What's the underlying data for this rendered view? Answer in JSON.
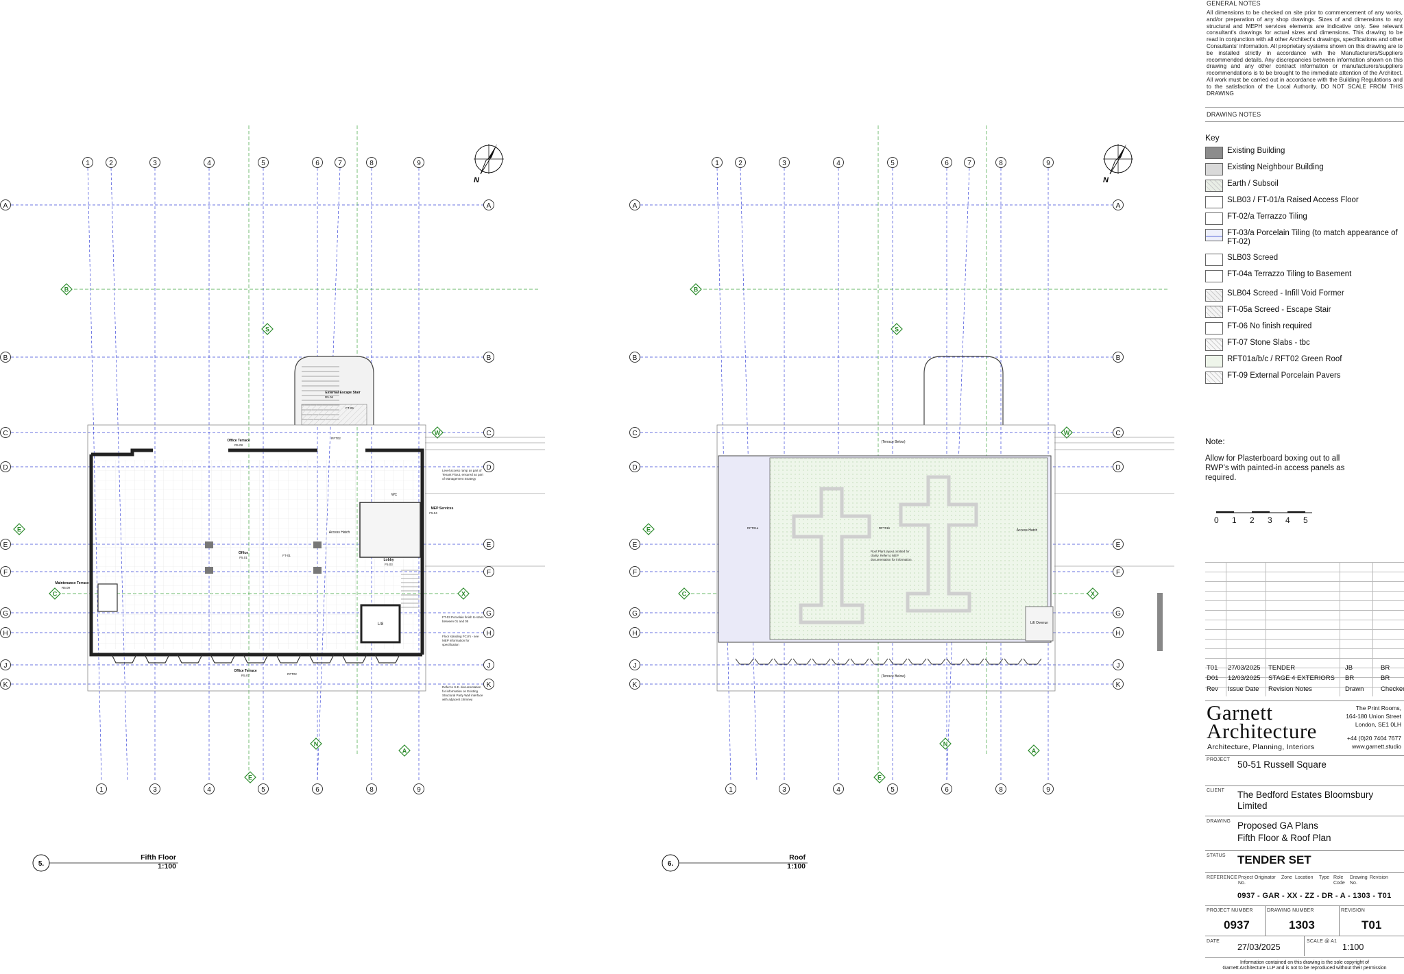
{
  "general_notes": {
    "title": "GENERAL NOTES",
    "body": "All dimensions to be checked on site prior to commencement of any works, and/or preparation of any shop drawings. Sizes of and dimensions to any structural and MEPH services elements are indicative only. See relevant consultant's drawings for actual sizes and dimensions. This drawing to be read in conjunction with all other Architect's drawings, specifications and other Consultants' information. All proprietary systems shown on this drawing are to be installed strictly in accordance with the Manufacturers/Suppliers recommended details. Any discrepancies between information shown on this drawing and any other contract information or manufacturers/suppliers recommendations is to be brought to the immediate attention of the Architect. All work must be carried out in accordance with the Building Regulations and to the satisfaction of the Local Authority. DO NOT SCALE FROM THIS DRAWING"
  },
  "drawing_notes_title": "DRAWING NOTES",
  "key": {
    "title": "Key",
    "items": [
      {
        "label": "Existing Building",
        "fill": "#8c8c8c"
      },
      {
        "label": "Existing Neighbour Building",
        "fill": "#d9d9d9"
      },
      {
        "label": "Earth / Subsoil",
        "fill": "#e9eee6"
      },
      {
        "label": "SLB03 / FT-01/a Raised Access Floor",
        "fill": "#ffffff"
      },
      {
        "label": "FT-02/a Terrazzo Tiling",
        "fill": "#ffffff"
      },
      {
        "label": "FT-03/a  Porcelain Tiling (to match appearance of FT-02)",
        "fill": "#eef0fb"
      },
      {
        "label": "SLB03 Screed",
        "fill": "#ffffff"
      },
      {
        "label": "FT-04a Terrazzo Tiling to Basement",
        "fill": "#ffffff"
      },
      {
        "label": "SLB04 Screed - Infill Void Former",
        "fill": "#f1f1f1"
      },
      {
        "label": "FT-05a Screed - Escape Stair",
        "fill": "#f4f4f4"
      },
      {
        "label": "FT-06 No finish required",
        "fill": "#ffffff"
      },
      {
        "label": "FT-07 Stone Slabs - tbc",
        "fill": "#f7f7f7"
      },
      {
        "label": "RFT01a/b/c / RFT02 Green Roof",
        "fill": "#eef5ea"
      },
      {
        "label": "FT-09 External Porcelain Pavers",
        "fill": "#f7f7f7"
      }
    ]
  },
  "note": {
    "title": "Note:",
    "body": "Allow for Plasterboard boxing out to all RWP's with painted-in access panels as required."
  },
  "scale_bar": [
    "0",
    "1",
    "2",
    "3",
    "4",
    "5"
  ],
  "revisions": {
    "rows": [
      {
        "rev": "T01",
        "date": "27/03/2025",
        "notes": "TENDER",
        "drawn": "JB",
        "checked": "BR"
      },
      {
        "rev": "D01",
        "date": "12/03/2025",
        "notes": "STAGE 4 EXTERIORS",
        "drawn": "BR",
        "checked": "BR"
      }
    ],
    "header": {
      "rev": "Rev",
      "date": "Issue Date",
      "notes": "Revision Notes",
      "drawn": "Drawn",
      "checked": "Checked"
    }
  },
  "firm": {
    "name_1": "Garnett",
    "name_2": "Architecture",
    "tagline": "Architecture, Planning, Interiors",
    "address": [
      "The Print Rooms,",
      "164-180 Union Street",
      "London, SE1 0LH",
      "",
      "+44 (0)20 7404 7677",
      "www.garnett.studio"
    ]
  },
  "title_block": {
    "project_label": "PROJECT",
    "project": "50-51 Russell Square",
    "client_label": "CLIENT",
    "client": "The Bedford Estates Bloomsbury Limited",
    "drawing_label": "DRAWING",
    "drawing_1": "Proposed GA Plans",
    "drawing_2": "Fifth Floor & Roof Plan",
    "status_label": "STATUS",
    "status": "TENDER SET",
    "reference_label": "REFERENCE",
    "reference_heads": [
      "Project No.",
      "Originator",
      "Zone",
      "Location",
      "Type",
      "Role Code",
      "Drawing No.",
      "Revision"
    ],
    "reference": "0937 - GAR - XX - ZZ - DR  - A -  1303 - T01",
    "project_number_label": "PROJECT NUMBER",
    "project_number": "0937",
    "drawing_number_label": "DRAWING NUMBER",
    "drawing_number": "1303",
    "revision_label": "REVISION",
    "revision": "T01",
    "date_label": "DATE",
    "date": "27/03/2025",
    "scale_label": "SCALE @ A1",
    "scale": "1:100",
    "copyright_1": "Information contained on this drawing is the sole copyright of",
    "copyright_2": "Garnett Architecture LLP and is not to be reproduced without their permission"
  },
  "plans": {
    "fifth": {
      "number": "5.",
      "title": "Fifth Floor",
      "scale": "1:100",
      "col_top": [
        "1",
        "2",
        "3",
        "4",
        "5",
        "6",
        "7",
        "8",
        "9"
      ],
      "col_bottom": [
        "1",
        "3",
        "4",
        "5",
        "6",
        "8",
        "9"
      ],
      "rows": [
        "A",
        "B",
        "C",
        "D",
        "E",
        "F",
        "G",
        "H",
        "J",
        "K"
      ],
      "green": [
        "B",
        "S",
        "W",
        "E",
        "C",
        "X",
        "A",
        "N",
        "E"
      ],
      "labels": {
        "office": "Office",
        "office_ref": "F5.01",
        "office_terrace": "Office Terrace",
        "office_terrace_ref": "R5.08",
        "office_terrace_s": "Office Terrace",
        "office_terrace_s_ref": "R5.07",
        "escape": "External Escape Stair",
        "escape_ref": "R5.06",
        "ft06": "FT-06",
        "ft01": "FT-01",
        "rft02": "RFT02",
        "lift": "L/8",
        "mep": "MEP Services",
        "mep_ref": "F5.04",
        "lobby": "Lobby",
        "lobby_ref": "F5.03",
        "hatch": "Access Hatch",
        "maint": "Maintenance Terrace",
        "maint_ref": "R5.09",
        "wc": "WC",
        "note_ramp": "Level access ramp as part of Tenant Fitout, ensured as part of Management Strategy",
        "note_ft03": "FT-03 Porcelain finish to stairs between 01 and 05",
        "note_floor": "Floor standing FCU's - see MEP information for specification",
        "note_se": "Refer to S.E. documentation for information on Existing Structural Party Wall interface with adjacent chimney"
      }
    },
    "roof": {
      "number": "6.",
      "title": "Roof",
      "scale": "1:100",
      "labels": {
        "terrace_n": "(Terrace Below)",
        "terrace_s": "(Terrace Below)",
        "rft01a": "RFT01a",
        "rft01b": "RFT01b",
        "hatch": "Access Hatch",
        "lift_overrun": "Lift Overrun",
        "pv_note": "Roof Plant layout omitted for clarity. Refer to MEP documentation for information."
      }
    }
  }
}
